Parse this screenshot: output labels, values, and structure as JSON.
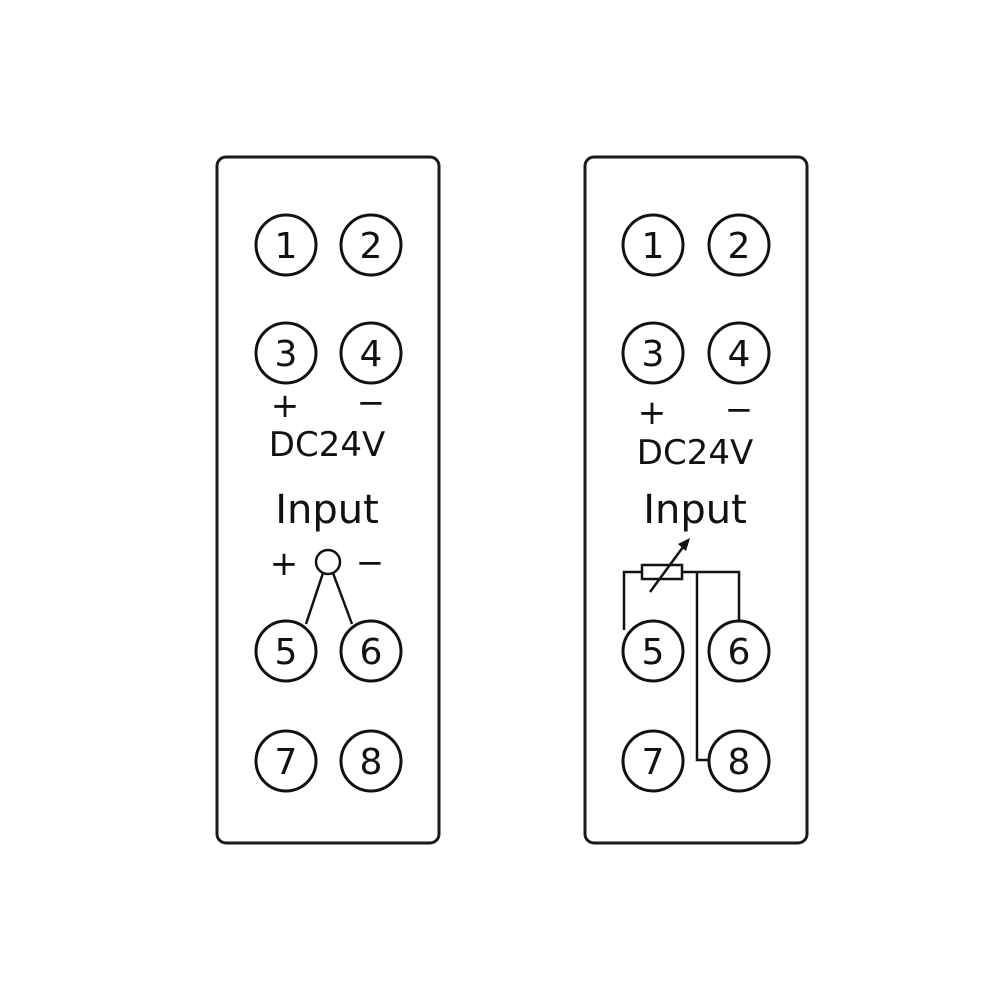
{
  "panels": [
    {
      "id": "thermocouple",
      "terminals": [
        "1",
        "2",
        "3",
        "4",
        "5",
        "6",
        "7",
        "8"
      ],
      "power": {
        "plus": "+",
        "minus": "−",
        "label": "DC24V"
      },
      "input": {
        "label": "Input",
        "plus": "+",
        "minus": "−"
      }
    },
    {
      "id": "rtd",
      "terminals": [
        "1",
        "2",
        "3",
        "4",
        "5",
        "6",
        "7",
        "8"
      ],
      "power": {
        "plus": "+",
        "minus": "−",
        "label": "DC24V"
      },
      "input": {
        "label": "Input"
      }
    }
  ]
}
